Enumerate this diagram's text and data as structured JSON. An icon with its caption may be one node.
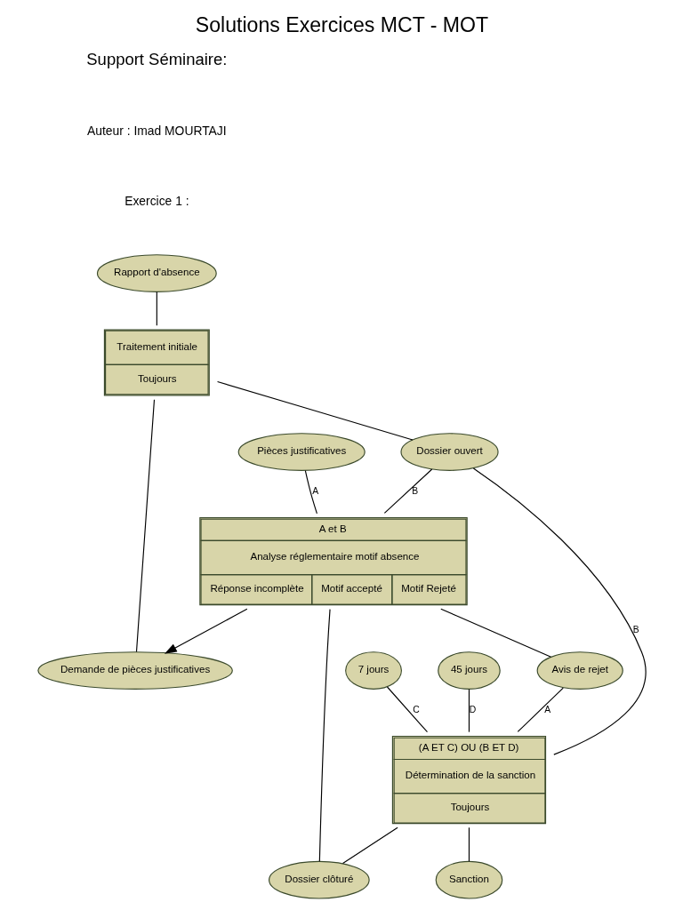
{
  "diagram": {
    "title": "Solutions Exercices MCT - MOT",
    "nodes": [
      {
        "text": [
          "Rapport d'absence"
        ]
      },
      {
        "text": [
          "Traitement initiale",
          "Toujours"
        ]
      },
      {
        "text": [
          "Demande de pièces justificatives"
        ]
      },
      {
        "text": [
          "Dossier ouvert"
        ]
      },
      {
        "text": [
          "Pièces justificatives"
        ]
      },
      {
        "text": [
          "A et B",
          "Analyse réglementaire motif absence",
          "Réponse incomplète",
          "Motif accepté",
          "Motif Rejeté"
        ]
      },
      {
        "text": [
          "7 jours"
        ]
      },
      {
        "text": [
          "Avis de rejet"
        ]
      },
      {
        "text": [
          "45 jours"
        ]
      },
      {
        "text": [
          "(A ET C) OU (B ET D)",
          "Détermination de la sanction",
          "Toujours"
        ]
      },
      {
        "text": [
          "Dossier clôturé"
        ]
      },
      {
        "text": [
          "Sanction"
        ]
      }
    ],
    "edges": [
      {
        "from": 0,
        "to": 1,
        "arrow": "none"
      },
      {
        "from": 1,
        "to": 2,
        "arrow": "none"
      },
      {
        "from": 1,
        "to": 3,
        "arrow": "none"
      },
      {
        "from": 4,
        "to": 5,
        "arrow": "none",
        "label": "A"
      },
      {
        "from": 3,
        "to": 5,
        "arrow": "none",
        "label": "B"
      },
      {
        "from": 5,
        "to": 2,
        "arrow": "to"
      },
      {
        "from": 5,
        "to": 10,
        "arrow": "none"
      },
      {
        "from": 5,
        "to": 7,
        "arrow": "none"
      },
      {
        "from": 7,
        "to": 9,
        "arrow": "none",
        "label": "A"
      },
      {
        "from": 6,
        "to": 9,
        "arrow": "none",
        "label": "C"
      },
      {
        "from": 3,
        "to": 9,
        "arrow": "none",
        "label": "B"
      },
      {
        "from": 8,
        "to": 9,
        "arrow": "none",
        "label": "D"
      },
      {
        "from": 9,
        "to": 10,
        "arrow": "none"
      },
      {
        "from": 9,
        "to": 11,
        "arrow": "none"
      }
    ],
    "labels": [
      "Support Séminaire:",
      "Auteur : Imad MOURTAJI",
      "Exercice 1 :"
    ]
  }
}
